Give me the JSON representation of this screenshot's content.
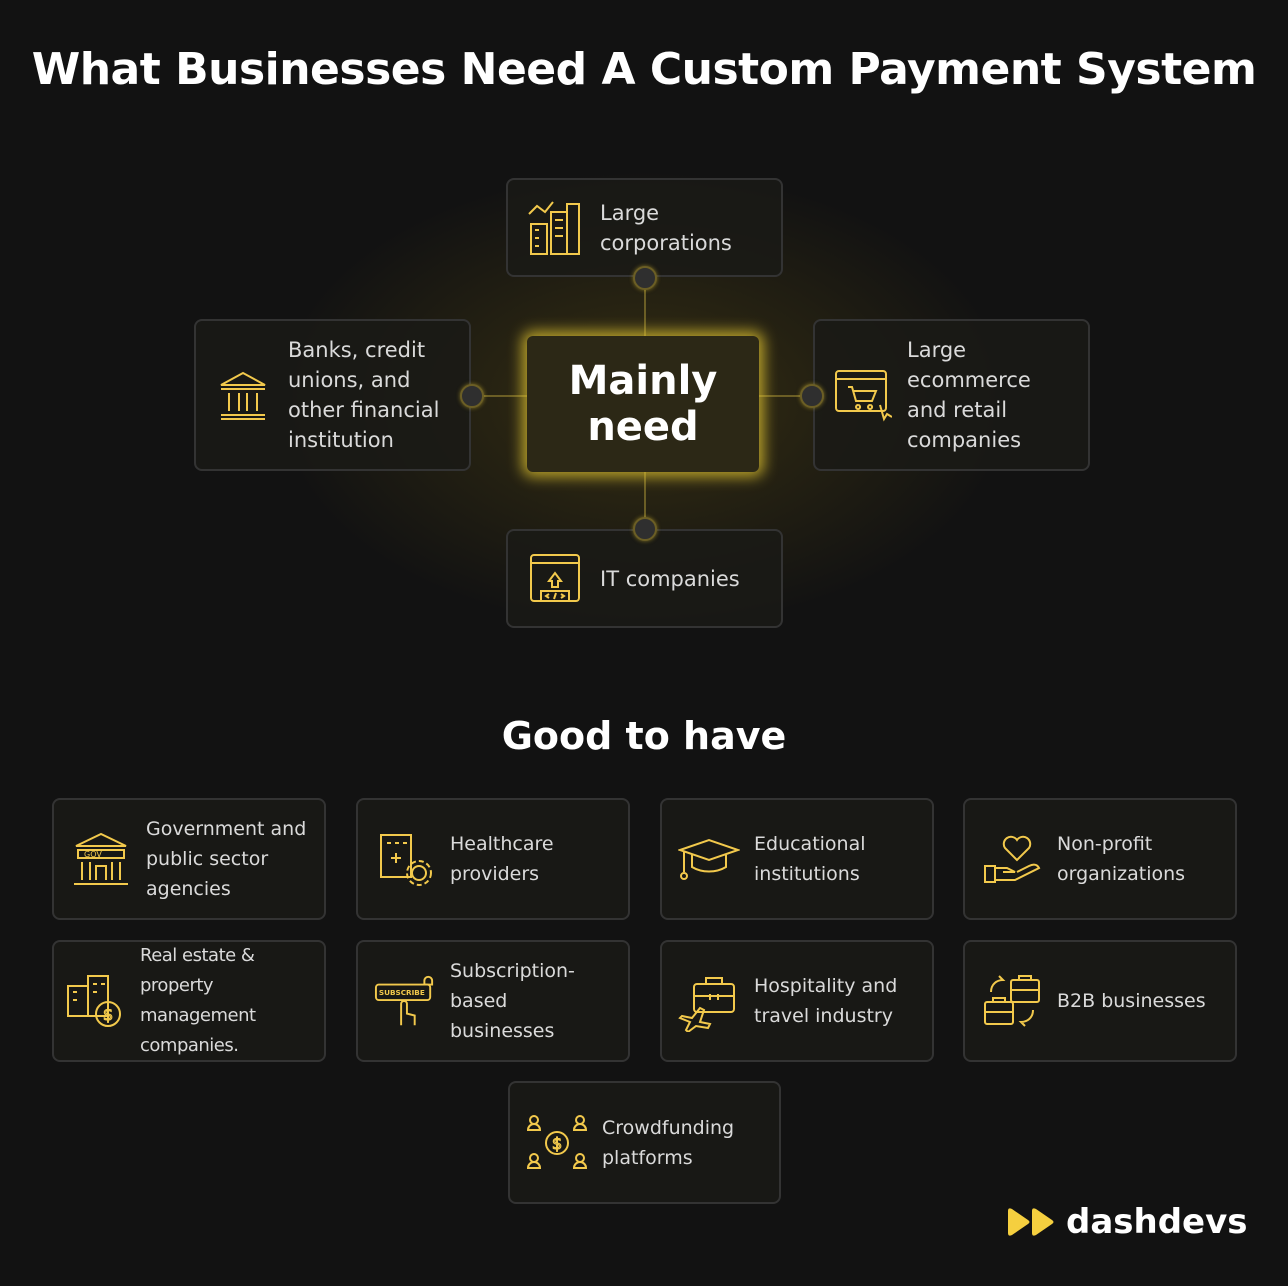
{
  "title": "What Businesses Need A Custom Payment System",
  "center_label": "Mainly need",
  "mainly_need": [
    {
      "label": "Large corporations",
      "icon": "corporate-buildings-icon"
    },
    {
      "label": "Banks, credit unions, and other financial institution",
      "icon": "bank-icon"
    },
    {
      "label": "Large ecommerce and retail companies",
      "icon": "ecommerce-cart-icon"
    },
    {
      "label": "IT companies",
      "icon": "code-window-icon"
    }
  ],
  "good_to_have_title": "Good to have",
  "good_to_have": [
    {
      "label": "Government and public sector agencies",
      "icon": "government-building-icon"
    },
    {
      "label": "Healthcare providers",
      "icon": "hospital-icon"
    },
    {
      "label": "Educational institutions",
      "icon": "graduation-cap-icon"
    },
    {
      "label": "Non-profit organizations",
      "icon": "heart-hand-icon"
    },
    {
      "label": "Real estate & property management companies.",
      "icon": "real-estate-icon"
    },
    {
      "label": "Subscription-based businesses",
      "icon": "subscribe-icon"
    },
    {
      "label": "Hospitality and travel industry",
      "icon": "travel-icon"
    },
    {
      "label": "B2B businesses",
      "icon": "b2b-briefcase-icon"
    },
    {
      "label": "Crowdfunding platforms",
      "icon": "crowdfunding-icon"
    }
  ],
  "icon_text": {
    "gov": "GOV",
    "subscribe": "SUBSCRIBE"
  },
  "brand": {
    "name": "dashdevs",
    "accent": "#f5cf3f"
  }
}
